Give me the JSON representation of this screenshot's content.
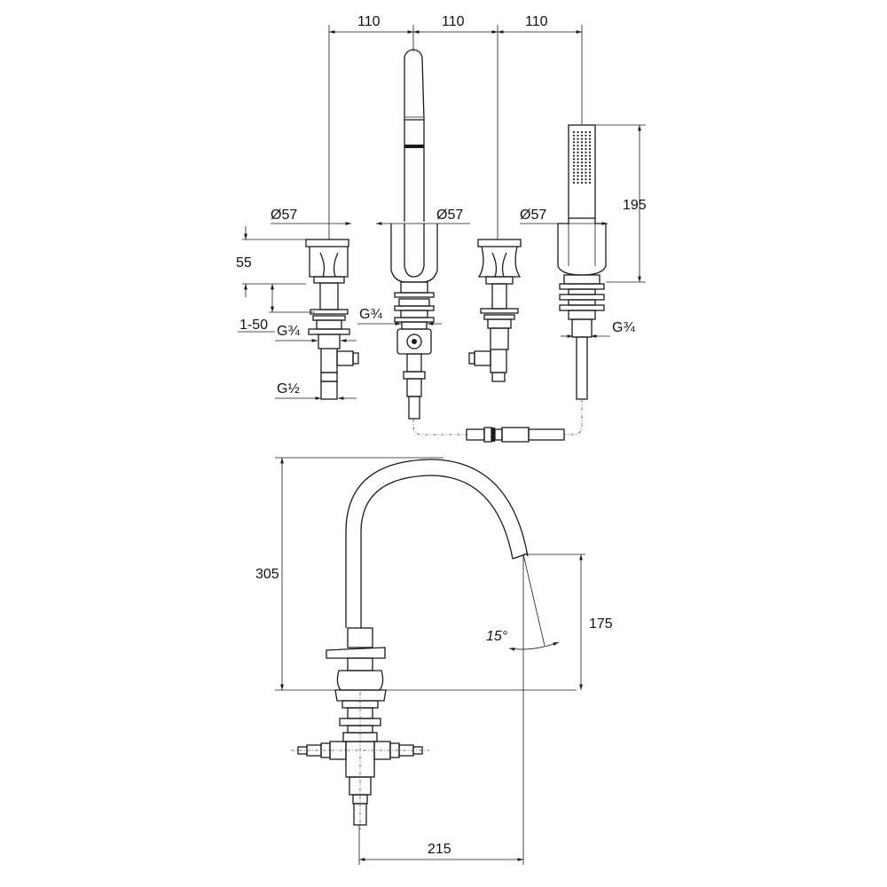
{
  "dimensions": {
    "spacing_1": "110",
    "spacing_2": "110",
    "spacing_3": "110",
    "diameter_left": "Ø57",
    "diameter_center": "Ø57",
    "diameter_right": "Ø57",
    "handle_height": "55",
    "deck_range": "1-50",
    "thread_left_upper": "G¾",
    "thread_left_lower": "G½",
    "thread_center": "G¾",
    "thread_hand_shower": "G¾",
    "hand_shower_length": "195",
    "spout_height": "305",
    "outlet_height": "175",
    "outlet_angle": "15°",
    "spout_reach": "215"
  }
}
